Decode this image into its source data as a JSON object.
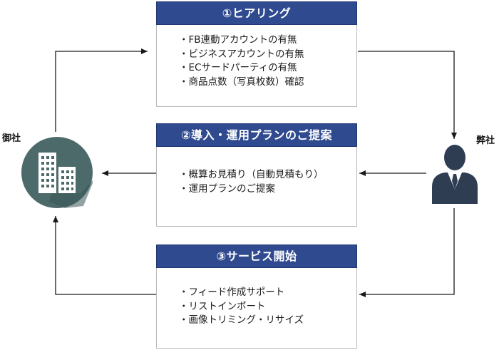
{
  "client": {
    "label": "御社",
    "icon": "office-building-icon"
  },
  "company": {
    "label": "弊社",
    "icon": "businessman-icon"
  },
  "steps": [
    {
      "title": "①ヒアリング",
      "items": [
        "・FB連動アカウントの有無",
        "・ビジネスアカウントの有無",
        "・ECサードパーティの有無",
        "・商品点数（写真枚数）確認"
      ]
    },
    {
      "title": "②導入・運用プランのご提案",
      "items": [
        "・概算お見積り（自動見積もり）",
        "・運用プランのご提案"
      ]
    },
    {
      "title": "③サービス開始",
      "items": [
        "・フィード作成サポート",
        "・リストインポート",
        "・画像トリミング・リサイズ"
      ]
    }
  ],
  "colors": {
    "header_fill": "#2f4a8f",
    "client_circle": "#4d6a6a",
    "person_fill": "#2f3d52"
  }
}
